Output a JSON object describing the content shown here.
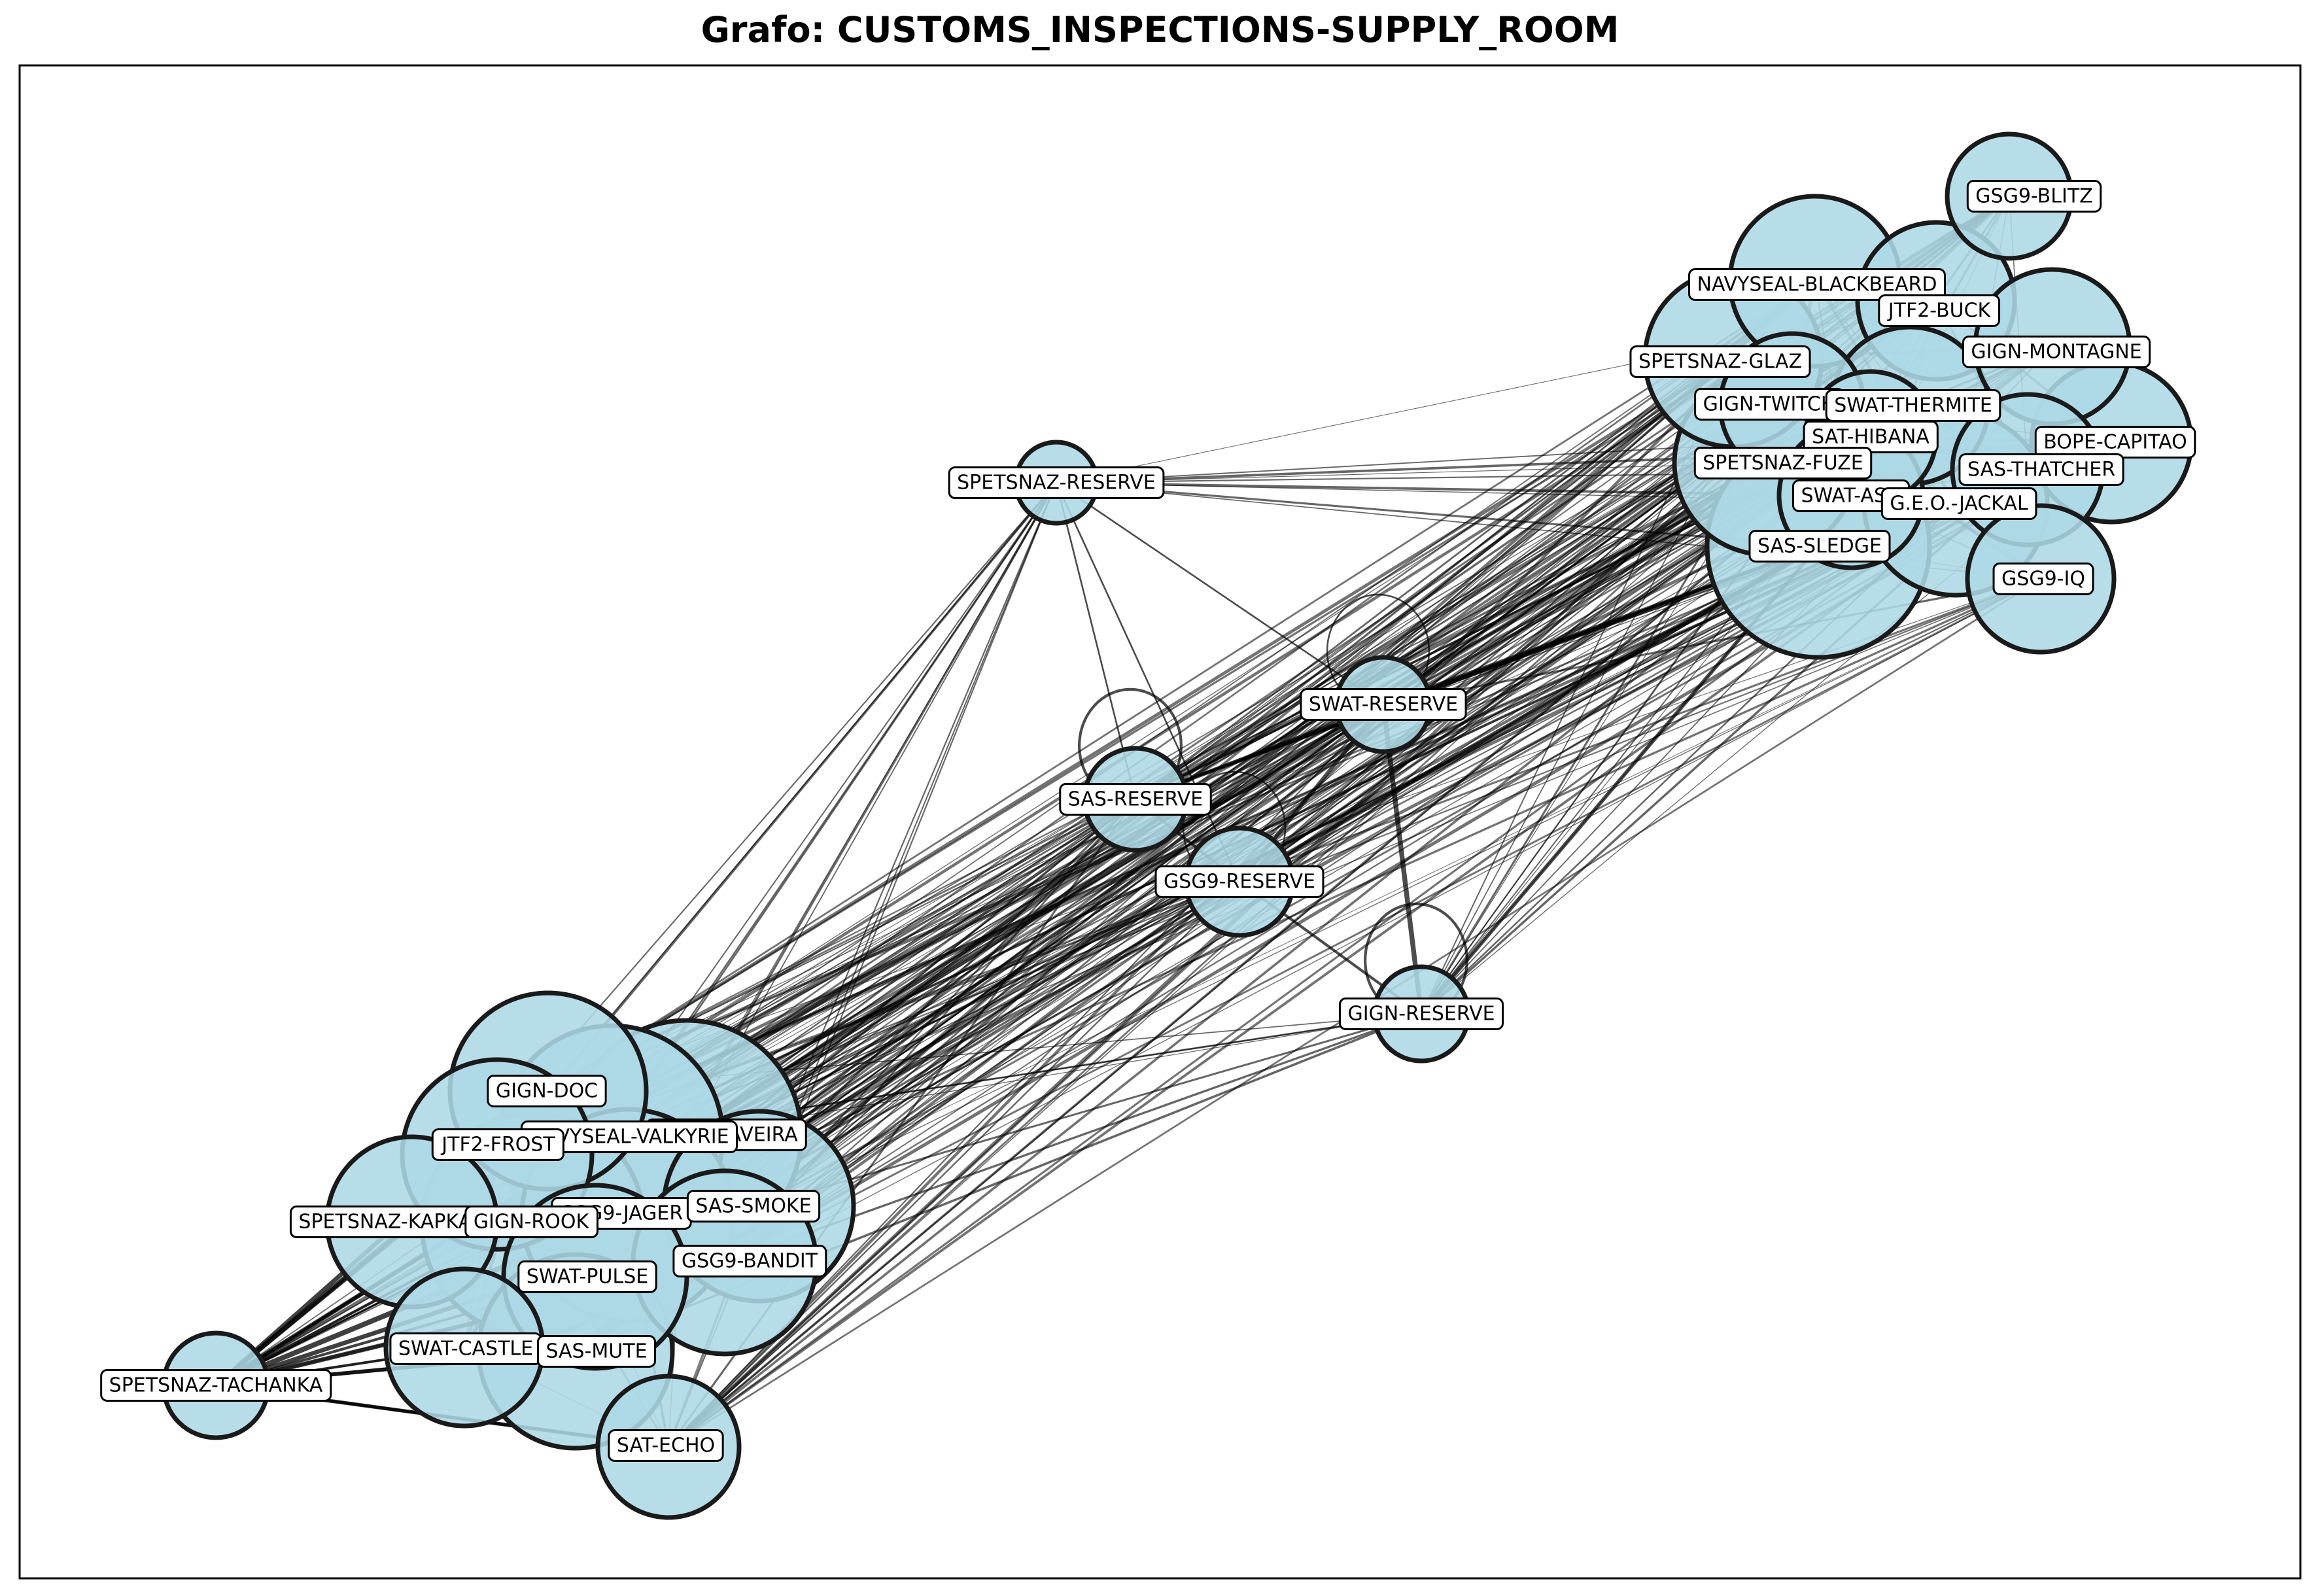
{
  "title": "Grafo: CUSTOMS_INSPECTIONS-SUPPLY_ROOM",
  "colors": {
    "node_fill": "#add8e6",
    "node_stroke": "#1a1a1a",
    "edge": "#000000",
    "label_bg": "#ffffff",
    "label_border": "#000000",
    "frame": "#000000"
  },
  "nodes": [
    {
      "id": "GSG9-BLITZ",
      "label": "GSG9-BLITZ",
      "group": "ne"
    },
    {
      "id": "NAVYSEAL-BLACKBEARD",
      "label": "NAVYSEAL-BLACKBEARD",
      "group": "ne"
    },
    {
      "id": "JTF2-BUCK",
      "label": "JTF2-BUCK",
      "group": "ne"
    },
    {
      "id": "GIGN-MONTAGNE",
      "label": "GIGN-MONTAGNE",
      "group": "ne"
    },
    {
      "id": "SPETSNAZ-GLAZ",
      "label": "SPETSNAZ-GLAZ",
      "group": "ne"
    },
    {
      "id": "GIGN-TWITCH",
      "label": "GIGN-TWITCH",
      "group": "ne"
    },
    {
      "id": "SWAT-THERMITE",
      "label": "SWAT-THERMITE",
      "group": "ne"
    },
    {
      "id": "BOPE-CAPITAO",
      "label": "BOPE-CAPITAO",
      "group": "ne"
    },
    {
      "id": "SAT-HIBANA",
      "label": "SAT-HIBANA",
      "group": "ne"
    },
    {
      "id": "SPETSNAZ-FUZE",
      "label": "SPETSNAZ-FUZE",
      "group": "ne"
    },
    {
      "id": "SAS-THATCHER",
      "label": "SAS-THATCHER",
      "group": "ne"
    },
    {
      "id": "SWAT-ASH",
      "label": "SWAT-ASH",
      "group": "ne"
    },
    {
      "id": "G.E.O.-JACKAL",
      "label": "G.E.O.-JACKAL",
      "group": "ne"
    },
    {
      "id": "SAS-SLEDGE",
      "label": "SAS-SLEDGE",
      "group": "ne"
    },
    {
      "id": "GSG9-IQ",
      "label": "GSG9-IQ",
      "group": "ne"
    },
    {
      "id": "SPETSNAZ-RESERVE",
      "label": "SPETSNAZ-RESERVE",
      "group": "reserve"
    },
    {
      "id": "SWAT-RESERVE",
      "label": "SWAT-RESERVE",
      "group": "reserve"
    },
    {
      "id": "SAS-RESERVE",
      "label": "SAS-RESERVE",
      "group": "reserve"
    },
    {
      "id": "GSG9-RESERVE",
      "label": "GSG9-RESERVE",
      "group": "reserve"
    },
    {
      "id": "GIGN-RESERVE",
      "label": "GIGN-RESERVE",
      "group": "reserve"
    },
    {
      "id": "GIGN-DOC",
      "label": "GIGN-DOC",
      "group": "sw"
    },
    {
      "id": "BOPE-CAVEIRA",
      "label": "BOPE-CAVEIRA",
      "group": "sw"
    },
    {
      "id": "NAVYSEAL-VALKYRIE",
      "label": "NAVYSEAL-VALKYRIE",
      "group": "sw"
    },
    {
      "id": "JTF2-FROST",
      "label": "JTF2-FROST",
      "group": "sw"
    },
    {
      "id": "SPETSNAZ-KAPKAN",
      "label": "SPETSNAZ-KAPKAN",
      "group": "sw"
    },
    {
      "id": "GSG9-JAGER",
      "label": "GSG9-JAGER",
      "group": "sw"
    },
    {
      "id": "GIGN-ROOK",
      "label": "GIGN-ROOK",
      "group": "sw"
    },
    {
      "id": "SAS-SMOKE",
      "label": "SAS-SMOKE",
      "group": "sw"
    },
    {
      "id": "GSG9-BANDIT",
      "label": "GSG9-BANDIT",
      "group": "sw"
    },
    {
      "id": "SWAT-PULSE",
      "label": "SWAT-PULSE",
      "group": "sw"
    },
    {
      "id": "SWAT-CASTLE",
      "label": "SWAT-CASTLE",
      "group": "sw"
    },
    {
      "id": "SAS-MUTE",
      "label": "SAS-MUTE",
      "group": "sw"
    },
    {
      "id": "SAT-ECHO",
      "label": "SAT-ECHO",
      "group": "sw"
    },
    {
      "id": "SPETSNAZ-TACHANKA",
      "label": "SPETSNAZ-TACHANKA",
      "group": "sw"
    }
  ],
  "edges": [
    {
      "source": "SAS-RESERVE",
      "target": "SAS-RESERVE",
      "weight": 2
    },
    {
      "source": "SWAT-RESERVE",
      "target": "SWAT-RESERVE",
      "weight": 1
    },
    {
      "source": "GSG9-RESERVE",
      "target": "GSG9-RESERVE",
      "weight": 1
    },
    {
      "source": "GIGN-RESERVE",
      "target": "GIGN-RESERVE",
      "weight": 2
    },
    {
      "source": "SWAT-RESERVE",
      "target": "GIGN-RESERVE",
      "weight": 4
    },
    {
      "source": "GSG9-RESERVE",
      "target": "GIGN-RESERVE",
      "weight": 2
    },
    {
      "source": "SAS-RESERVE",
      "target": "SWAT-RESERVE",
      "weight": 2
    },
    {
      "source": "SAS-RESERVE",
      "target": "GSG9-RESERVE",
      "weight": 2
    },
    {
      "source": "GSG9-RESERVE",
      "target": "SWAT-RESERVE",
      "weight": 3
    },
    {
      "source": "SPETSNAZ-RESERVE",
      "target": "SAS-RESERVE",
      "weight": 1
    },
    {
      "source": "SPETSNAZ-RESERVE",
      "target": "GSG9-RESERVE",
      "weight": 1
    },
    {
      "source": "SPETSNAZ-RESERVE",
      "target": "SWAT-RESERVE",
      "weight": 1
    },
    {
      "source": "SAS-SLEDGE",
      "target": "SAS-RESERVE",
      "weight": 3
    },
    {
      "source": "SAS-SLEDGE",
      "target": "GSG9-RESERVE",
      "weight": 4
    },
    {
      "source": "SAS-SLEDGE",
      "target": "GIGN-RESERVE",
      "weight": 3
    },
    {
      "source": "SAS-SLEDGE",
      "target": "SWAT-RESERVE",
      "weight": 3
    },
    {
      "source": "SPETSNAZ-TACHANKA",
      "target": "SAS-MUTE",
      "weight": 3
    },
    {
      "source": "SPETSNAZ-TACHANKA",
      "target": "SAT-ECHO",
      "weight": 2
    }
  ]
}
